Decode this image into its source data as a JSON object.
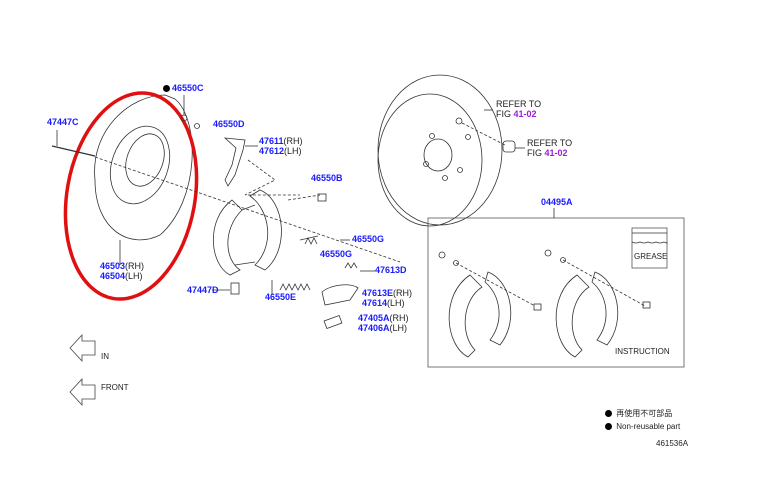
{
  "parts": {
    "p46550C": "46550C",
    "p47447C": "47447C",
    "p46550D": "46550D",
    "p47611": "47611",
    "p47612": "47612",
    "p46550B": "46550B",
    "p46550G_a": "46550G",
    "p46550G_b": "46550G",
    "p47613D": "47613D",
    "p46503": "46503",
    "p46504": "46504",
    "p47447D": "47447D",
    "p46550E": "46550E",
    "p47613E": "47613E",
    "p47614": "47614",
    "p47405A": "47405A",
    "p47406A": "47406A",
    "p04495A": "04495A"
  },
  "suffix": {
    "rh": "(RH)",
    "lh": "(LH)"
  },
  "refer": {
    "refer_to": "REFER TO",
    "fig": "FIG",
    "fig_num_1": "41-02",
    "fig_num_2": "41-02"
  },
  "kit": {
    "grease": "GREASE",
    "instruction": "INSTRUCTION"
  },
  "direction": {
    "in": "IN",
    "front": "FRONT"
  },
  "legend": {
    "jp": "再使用不可部品",
    "en": "Non-reusable part"
  },
  "diagram_id": "461536A",
  "colors": {
    "part_number": "#1a1aff",
    "fig_link": "#9b1fd6",
    "highlight": "#e01010"
  }
}
